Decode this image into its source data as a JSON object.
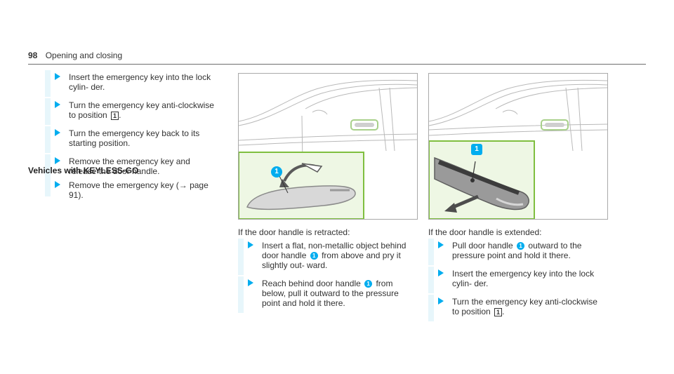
{
  "header": {
    "page_number": "98",
    "section_title": "Opening and closing"
  },
  "left_column": {
    "steps": [
      {
        "text": "Insert the emergency key into the lock cylin- der."
      },
      {
        "text_before": "Turn the emergency key anti-clockwise to position",
        "key_symbol": "1",
        "text_after": "."
      },
      {
        "text": "Turn the emergency key back to its starting position."
      },
      {
        "text": "Remove the emergency key and release the door handle."
      }
    ],
    "heading": "Vehicles with KEYLESS-GO",
    "keyless_steps": [
      {
        "text": "Remove the emergency key (→ page 91)."
      }
    ]
  },
  "middle_column": {
    "figure_callout": "1",
    "caption": "If the door handle is retracted:",
    "steps": [
      {
        "text_before": "Insert a flat, non-metallic object behind door handle",
        "badge": "1",
        "text_after": "from above and pry it slightly out- ward."
      },
      {
        "text_before": "Reach behind door handle",
        "badge": "1",
        "text_after": "from below, pull it outward to the pressure point and hold it there."
      }
    ]
  },
  "right_column": {
    "figure_callout": "1",
    "caption": "If the door handle is extended:",
    "steps": [
      {
        "text_before": "Pull door handle",
        "badge": "1",
        "text_after": "outward to the pressure point and hold it there."
      },
      {
        "text": "Insert the emergency key into the lock cylin- der."
      },
      {
        "text_before": "Turn the emergency key anti-clockwise to position",
        "key_symbol": "1",
        "text_after": "."
      }
    ]
  },
  "colors": {
    "accent": "#00adef",
    "step_bar": "#e7f6fb",
    "figure_inset": "#7fbf3f",
    "figure_inset_bg": "#eef7e4"
  }
}
